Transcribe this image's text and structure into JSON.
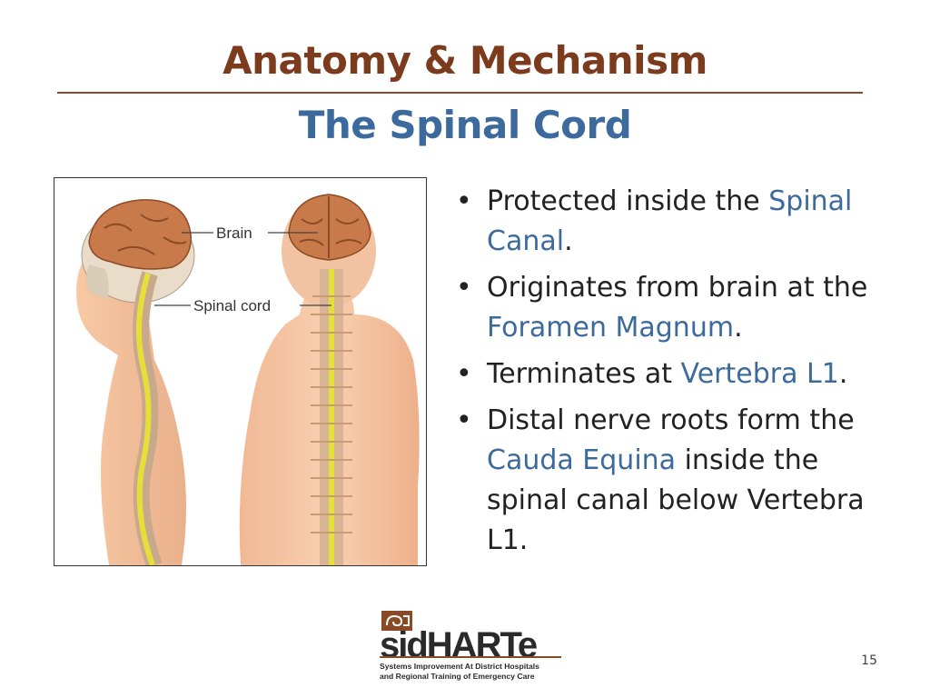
{
  "slide": {
    "title": "Anatomy & Mechanism",
    "subtitle": "The Spinal Cord",
    "page_number": "15"
  },
  "figure": {
    "label_brain": "Brain",
    "label_spinal_cord": "Spinal cord"
  },
  "bullets": [
    {
      "parts": [
        {
          "t": "Protected inside the "
        },
        {
          "t": "Spinal Canal",
          "hl": true
        },
        {
          "t": "."
        }
      ]
    },
    {
      "parts": [
        {
          "t": "Originates from brain at the "
        },
        {
          "t": "Foramen Magnum",
          "hl": true
        },
        {
          "t": "."
        }
      ]
    },
    {
      "parts": [
        {
          "t": "Terminates at "
        },
        {
          "t": "Vertebra L1",
          "hl": true
        },
        {
          "t": "."
        }
      ]
    },
    {
      "parts": [
        {
          "t": "Distal nerve roots form the "
        },
        {
          "t": "Cauda Equina",
          "hl": true
        },
        {
          "t": " inside the spinal canal below Vertebra L1."
        }
      ]
    }
  ],
  "logo": {
    "name": "sidHARTe",
    "tagline_line1": "Systems Improvement At District Hospitals",
    "tagline_line2": "and Regional Training of Emergency Care"
  },
  "colors": {
    "title": "#7b3b1c",
    "subtitle": "#3c6a9c",
    "highlight": "#3c6a9c",
    "rule": "#8a4a26"
  }
}
